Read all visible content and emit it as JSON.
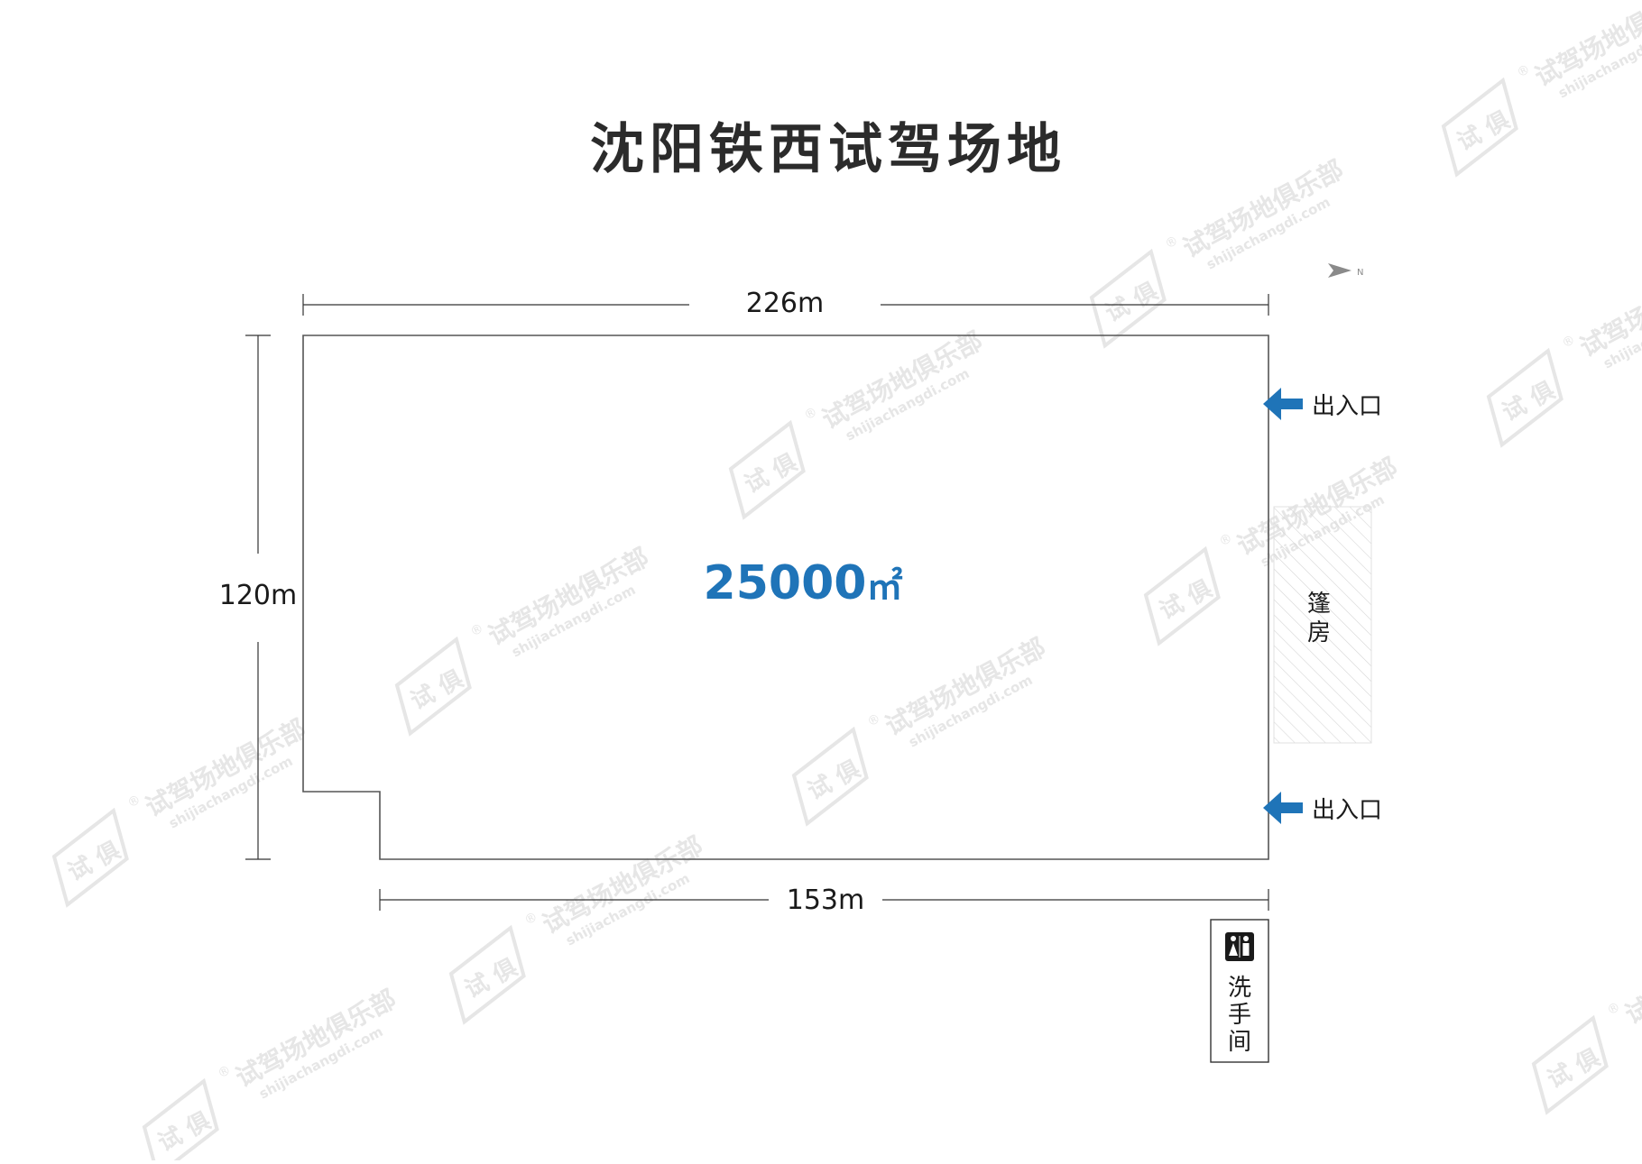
{
  "title": "沈阳铁西试驾场地",
  "dimensions": {
    "top": "226m",
    "left": "120m",
    "bottom": "153m"
  },
  "area": {
    "value": "25000",
    "unit": "㎡"
  },
  "entrances": [
    {
      "label": "出入口"
    },
    {
      "label": "出入口"
    }
  ],
  "tent": {
    "label": "篷房"
  },
  "restroom": {
    "label": "洗手间",
    "icon": "restroom-icon"
  },
  "compass": {
    "label": "N",
    "icon": "north-arrow-icon"
  },
  "watermark": {
    "brand": "试驾场地俱乐部",
    "url": "shijiachangdi.com",
    "mark": "试 俱",
    "registered": "®"
  },
  "colors": {
    "title": "#2b2b2b",
    "accent": "#1f74b8",
    "line": "#333333",
    "hatch": "#d9d9d9",
    "watermark": "#e6e6e6"
  }
}
